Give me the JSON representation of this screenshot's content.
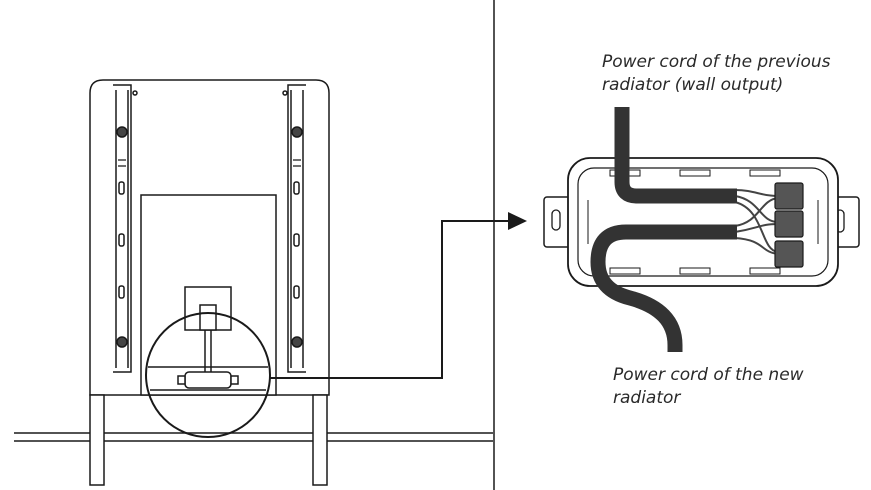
{
  "captions": {
    "previous_cord": [
      "Power cord of the previous",
      "radiator (wall output)"
    ],
    "new_cord": [
      "Power cord of the new",
      "radiator"
    ]
  },
  "colors": {
    "line": "#1a1a1a",
    "cable": "#333333",
    "connector": "#555555",
    "background": "#ffffff"
  },
  "icons": {
    "mount_lock": "arrow-lock-icon",
    "pointer": "arrow-right-icon"
  }
}
